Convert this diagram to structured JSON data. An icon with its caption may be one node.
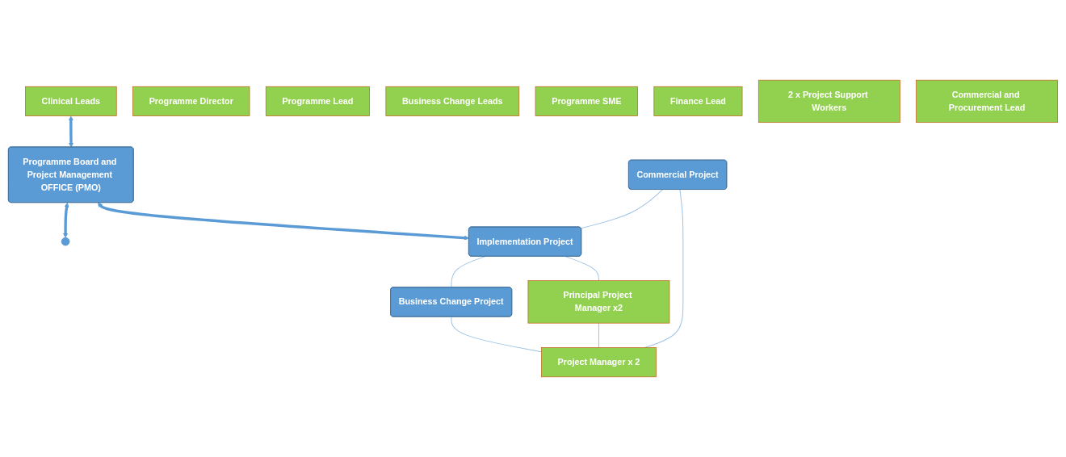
{
  "diagram": {
    "nodes": [
      {
        "text": [
          "Clinical Leads"
        ]
      },
      {
        "text": [
          "Programme Board and Project Management OFFICE (PMO)"
        ]
      },
      {
        "text": [
          "Programme Director"
        ]
      },
      {
        "text": [
          "Programme Lead"
        ]
      },
      {
        "text": [
          "Business Change Leads"
        ]
      },
      {
        "text": [
          "Programme SME"
        ]
      },
      {
        "text": [
          "Finance Lead"
        ]
      },
      {
        "text": [
          "2 x Project Support Workers"
        ]
      },
      {
        "text": [
          "Commercial and Procurement Lead"
        ]
      },
      {
        "text": [
          "Commercial Project"
        ]
      },
      {
        "text": [
          "Implementation Project"
        ]
      },
      {
        "text": [
          "Business Change Project"
        ]
      },
      {
        "text": [
          "Principal Project Manager x2"
        ]
      },
      {
        "text": [
          "Project Manager x 2"
        ]
      }
    ],
    "edges": [
      {
        "from": 0,
        "to": 1,
        "arrow": "both",
        "style": "thick",
        "color": "#5b9bd5"
      },
      {
        "from": 1,
        "to": null,
        "arrow": "both",
        "style": "thick",
        "color": "#5b9bd5"
      },
      {
        "from": 1,
        "to": 10,
        "arrow": "both",
        "style": "thick",
        "color": "#5b9bd5"
      },
      {
        "from": 9,
        "to": 10,
        "arrow": "none"
      },
      {
        "from": 10,
        "to": 11,
        "arrow": "none"
      },
      {
        "from": 10,
        "to": 12,
        "arrow": "none"
      },
      {
        "from": 12,
        "to": 13,
        "arrow": "none"
      },
      {
        "from": 9,
        "to": 13,
        "arrow": "none"
      },
      {
        "from": 11,
        "to": 13,
        "arrow": "none"
      }
    ]
  }
}
